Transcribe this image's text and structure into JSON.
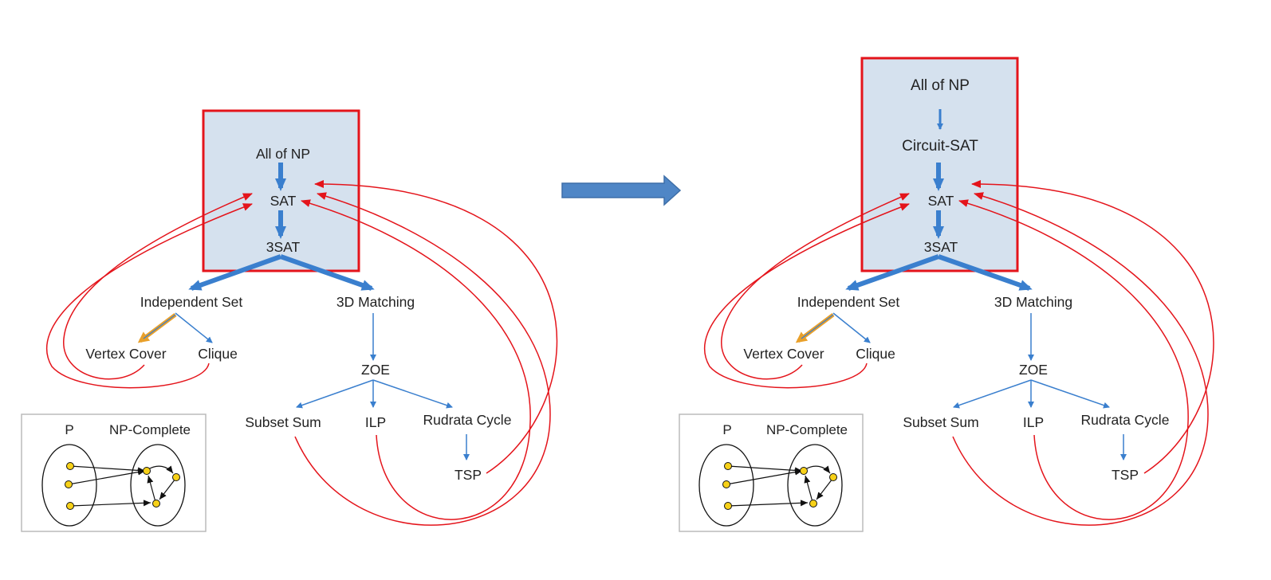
{
  "colors": {
    "box_fill": "#d5e1ee",
    "box_border": "#e4141b",
    "blue_arrow": "#3a7fce",
    "red_arrow": "#e4141b",
    "orange_arrow": "#e9a02a",
    "big_arrow": "#4f86c6",
    "node_fill": "#f7d118"
  },
  "left": {
    "all_np": "All of NP",
    "sat": "SAT",
    "three_sat": "3SAT",
    "independent_set": "Independent Set",
    "three_d_matching": "3D Matching",
    "vertex_cover": "Vertex Cover",
    "clique": "Clique",
    "zoe": "ZOE",
    "subset_sum": "Subset Sum",
    "ilp": "ILP",
    "rudrata_cycle": "Rudrata Cycle",
    "tsp": "TSP",
    "legend": {
      "p": "P",
      "np_complete": "NP-Complete"
    }
  },
  "right": {
    "all_np": "All of NP",
    "circuit_sat": "Circuit-SAT",
    "sat": "SAT",
    "three_sat": "3SAT",
    "independent_set": "Independent Set",
    "three_d_matching": "3D Matching",
    "vertex_cover": "Vertex Cover",
    "clique": "Clique",
    "zoe": "ZOE",
    "subset_sum": "Subset Sum",
    "ilp": "ILP",
    "rudrata_cycle": "Rudrata Cycle",
    "tsp": "TSP",
    "legend": {
      "p": "P",
      "np_complete": "NP-Complete"
    }
  }
}
